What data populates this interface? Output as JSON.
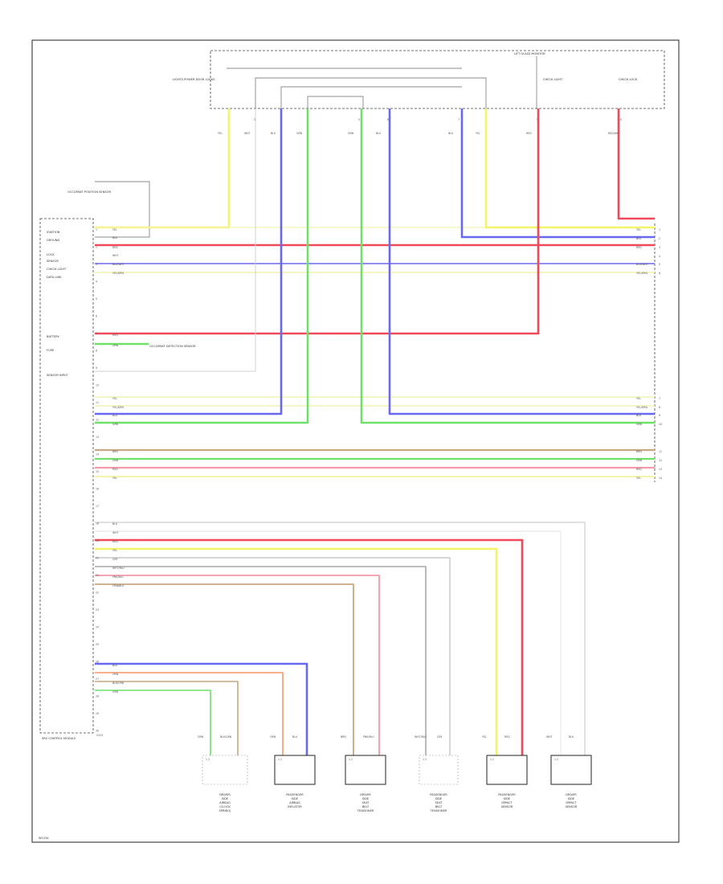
{
  "top_connector": {
    "title": "LIFT GLASS MONITOR",
    "left_note": "LIGHTS POWER DOOR LOCKS",
    "mid_note": "CHECK LIGHT",
    "right_note": "CHECK LOCK",
    "pins": [
      "1",
      "2",
      "3",
      "4",
      "5",
      "6",
      "7",
      "8",
      "9",
      "10"
    ],
    "wire_labels": [
      "YEL",
      "WHT",
      "BLU",
      "GRN",
      "GRN",
      "BLU",
      "BLU",
      "YEL",
      "RED",
      "RED/WHT"
    ]
  },
  "control_module": {
    "caption": "SRS CONTROL MODULE",
    "pins": [
      "1",
      "2",
      "3",
      "4",
      "5",
      "6",
      "7",
      "8",
      "9",
      "10",
      "11",
      "12",
      "13",
      "14",
      "15",
      "16",
      "17",
      "18",
      "19",
      "20",
      "21",
      "22",
      "23",
      "24",
      "25",
      "26",
      "27",
      "28",
      "29",
      "30"
    ],
    "note_top": "OCCUPANT POSITION SENSOR",
    "note_mid": "OCCUPANT DETECTION SENSOR",
    "ground_label": "G101"
  },
  "left_labels": [
    "IGNITION",
    "GROUND",
    "LOCK",
    "SENSOR",
    "CHECK LIGHT",
    "DATA LINK",
    "BATTERY",
    "FUSE",
    "SENSOR INPUT"
  ],
  "right_pins": [
    "1",
    "2",
    "3",
    "4",
    "5",
    "6",
    "7",
    "8",
    "9",
    "10",
    "11",
    "12",
    "13",
    "14"
  ],
  "bus_labels": [
    "YEL",
    "BLK",
    "RED",
    "WHT",
    "BLU/WHT",
    "YEL/GRN",
    "RED",
    "GRN",
    "YEL",
    "YEL/GRN",
    "BLU",
    "GRN",
    "BRN",
    "GRN",
    "RED",
    "YEL",
    "BLU",
    "WHT",
    "RED",
    "YEL",
    "GRY",
    "WHT/BLU",
    "PNK/BLU",
    "ORN/BLU",
    "BLU",
    "ORN",
    "BLK/GRN",
    "GRN"
  ],
  "bottom_components": [
    {
      "name": "DRIVER SIDE AIRBAG (CLOCK SPRING)",
      "pins": "1 2",
      "wires": [
        "GRN",
        "BLK/GRN"
      ]
    },
    {
      "name": "PASSENGER SIDE AIRBAG INFLATOR",
      "pins": "1 2",
      "wires": [
        "ORN",
        "BLU"
      ]
    },
    {
      "name": "DRIVER SIDE SEAT BELT TENSIONER",
      "pins": "1 2",
      "wires": [
        "BRN",
        "PNK/BLU"
      ]
    },
    {
      "name": "PASSENGER SIDE SEAT BELT TENSIONER",
      "pins": "1 2",
      "wires": [
        "WHT/BLU",
        "GRY"
      ]
    },
    {
      "name": "PASSENGER SIDE IMPACT SENSOR",
      "pins": "1 2",
      "wires": [
        "YEL",
        "RED"
      ]
    },
    {
      "name": "DRIVER SIDE IMPACT SENSOR",
      "pins": "1 2",
      "wires": [
        "WHT",
        "BLK"
      ]
    }
  ],
  "footer_code": "W1234",
  "colors": {
    "yellow": "#f3f36a",
    "red": "#f04a5a",
    "blue": "#6868f0",
    "green": "#6fe06a",
    "light_yellow": "#f4f4b0",
    "tan": "#c9a783",
    "salmon": "#f6a57e",
    "pink": "#f49aa8",
    "gray": "#a8a8a8",
    "orange_light": "#f7c49e"
  }
}
